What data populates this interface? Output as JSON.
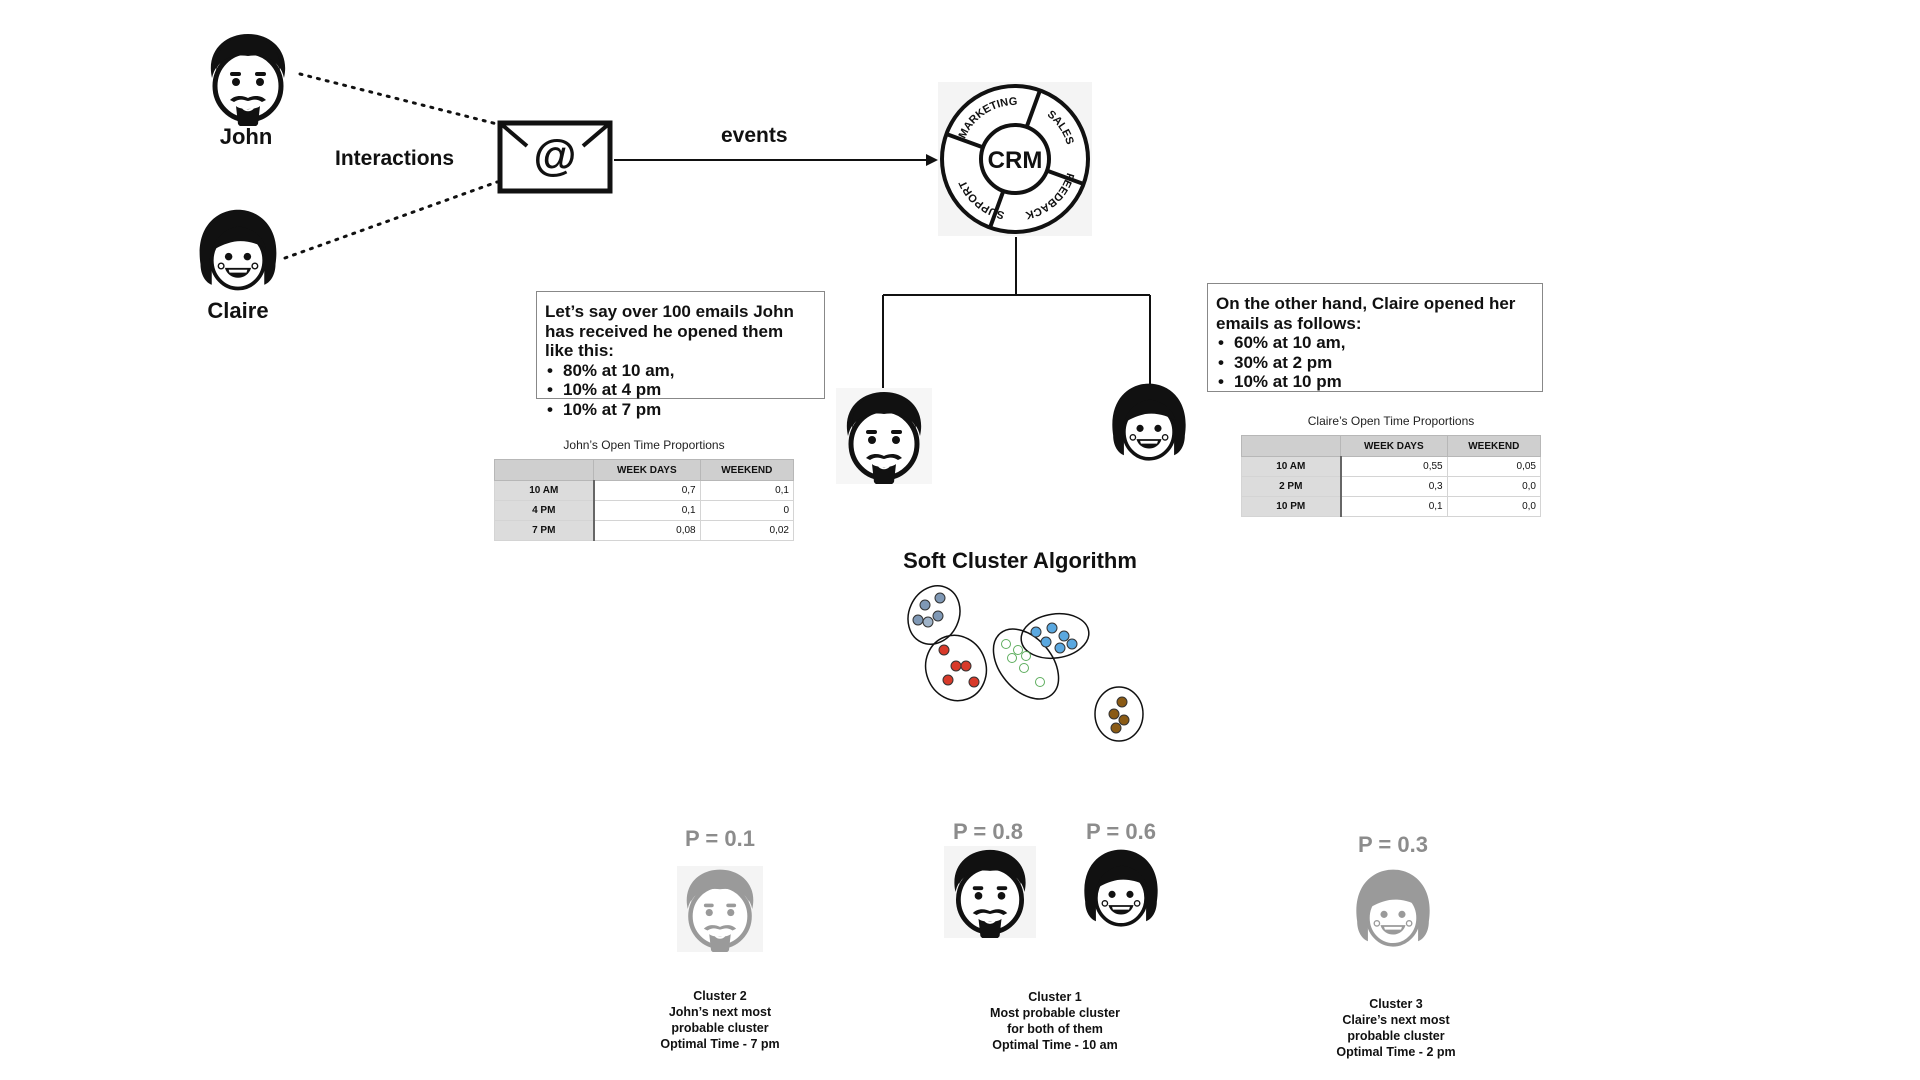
{
  "people": {
    "john": "John",
    "claire": "Claire"
  },
  "flow": {
    "interactions": "Interactions",
    "events": "events"
  },
  "crm": {
    "center": "CRM",
    "segments": [
      "MARKETING",
      "SALES",
      "FEEDBACK",
      "SUPPORT"
    ]
  },
  "john_box": {
    "intro": "Let’s say over 100 emails John has received he opened them like this:",
    "items": [
      "80% at 10 am,",
      "10% at 4 pm",
      "10% at 7 pm"
    ]
  },
  "claire_box": {
    "intro": "On the other hand, Claire opened her emails as follows:",
    "items": [
      "60% at 10 am,",
      "30% at 2 pm",
      "10% at 10 pm"
    ]
  },
  "john_table": {
    "caption": "John’s Open Time Proportions",
    "headers": [
      "",
      "WEEK DAYS",
      "WEEKEND"
    ],
    "rows": [
      {
        "label": "10 AM",
        "weekdays": "0,7",
        "weekend": "0,1"
      },
      {
        "label": "4 PM",
        "weekdays": "0,1",
        "weekend": "0"
      },
      {
        "label": "7 PM",
        "weekdays": "0,08",
        "weekend": "0,02"
      }
    ]
  },
  "claire_table": {
    "caption": "Claire’s Open Time Proportions",
    "headers": [
      "",
      "WEEK DAYS",
      "WEEKEND"
    ],
    "rows": [
      {
        "label": "10 AM",
        "weekdays": "0,55",
        "weekend": "0,05"
      },
      {
        "label": "2 PM",
        "weekdays": "0,3",
        "weekend": "0,0"
      },
      {
        "label": "10 PM",
        "weekdays": "0,1",
        "weekend": "0,0"
      }
    ]
  },
  "algorithm": {
    "title": "Soft Cluster Algorithm"
  },
  "probabilities": {
    "p_cluster2": "P = 0.1",
    "p_john_c1": "P = 0.8",
    "p_claire_c1": "P = 0.6",
    "p_cluster3": "P = 0.3"
  },
  "clusters": {
    "cluster2": [
      "Cluster 2",
      "John’s next most",
      "probable cluster",
      "Optimal Time - 7 pm"
    ],
    "cluster1": [
      "Cluster 1",
      "Most probable cluster",
      "for both of them",
      "Optimal Time - 10 am"
    ],
    "cluster3": [
      "Cluster 3",
      "Claire’s next most",
      "probable cluster",
      "Optimal Time - 2 pm"
    ]
  },
  "colors": {
    "faded": "#8c8c8c",
    "ink": "#111111",
    "blue": "#5aa8e0",
    "green": "#5fae5f",
    "red": "#d83a2a",
    "brown": "#8a5a14",
    "steel": "#7f98b5"
  }
}
